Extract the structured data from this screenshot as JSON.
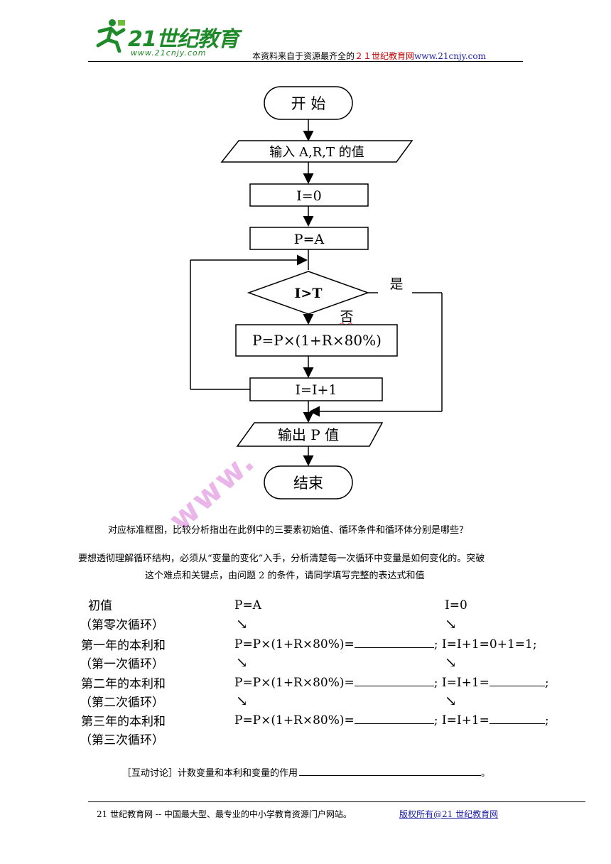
{
  "header": {
    "logo_brand": "21世纪教育",
    "logo_url": "www.21cnjy.com",
    "text_prefix": "本资料来自于资源最齐全的",
    "text_red": "２１世纪教育网",
    "text_link": "www.21cnjy.com",
    "colors": {
      "logo": "#1f8a2a",
      "red": "#c00000",
      "link": "#1a1aa6"
    }
  },
  "flowchart": {
    "start": "开  始",
    "input": "输入 A,R,T 的值",
    "init_i": "I=0",
    "init_p": "P=A",
    "condition": "I>T",
    "yes_label": "是",
    "no_label": "否",
    "update_p": "P=P×(1+R×80%)",
    "update_i": "I=I+1",
    "output": "输出 P 值",
    "end": "结束"
  },
  "watermark": "www.",
  "paragraphs": {
    "p1": "对应标准框图，比较分析指出在此例中的三要素初始值、循环条件和循环体分别是哪些？",
    "p2": "要想透彻理解循环结构，必须从“变量的变化”入手，分析清楚每一次循环中变量是如何变化的。突破",
    "p3": "这个难点和关键点，由问题 2 的条件，请同学填写完整的表达式和值"
  },
  "table": {
    "row0_label": "初值",
    "row0_label2": "（第零次循环）",
    "row0_p": "P=A",
    "row0_i": "I=0",
    "row1_label": "第一年的本利和",
    "row1_label2": "（第一次循环）",
    "row1_p": "P=P×(1+R×80%)=",
    "row1_i": "I=I+1=0+1=1;",
    "row2_label": "第二年的本利和",
    "row2_label2": "（第二次循环）",
    "row2_p": "P=P×(1+R×80%)=",
    "row2_i": "I=I+1=",
    "row3_label": "第三年的本利和",
    "row3_label2": "（第三次循环）",
    "row3_p": "P=P×(1+R×80%)=",
    "row3_i": "I=I+1=",
    "sep": ";",
    "arrow": "↘"
  },
  "discussion": {
    "text": "［互动讨论］计数变量和本利和变量的作用",
    "end": "。"
  },
  "footer": {
    "left": "21 世纪教育网 -- 中国最大型、最专业的中小学教育资源门户网站。",
    "right": "版权所有@21 世纪教育网"
  }
}
